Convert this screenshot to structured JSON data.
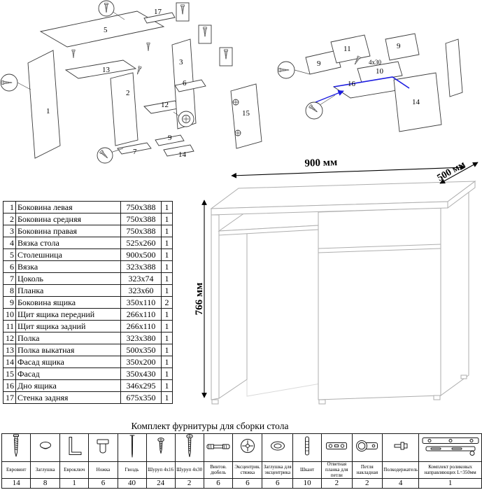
{
  "colors": {
    "highlight_blue": "#1c1ce0"
  },
  "dimensions": {
    "width_label": "900 мм",
    "depth_label": "500 мм",
    "height_label": "766 мм"
  },
  "exploded_desk_labels": {
    "p5": "5",
    "p17": "17",
    "p1": "1",
    "p13": "13",
    "p2": "2",
    "p12": "12",
    "p3": "3",
    "p6": "6",
    "p7": "7",
    "p9": "9",
    "p14": "14",
    "p15": "15"
  },
  "exploded_drawer_labels": {
    "p11": "11",
    "p9a": "9",
    "p9b": "9",
    "p10": "10",
    "p16": "16",
    "p14": "14",
    "screw_note": "4x30"
  },
  "parts_table": {
    "rows": [
      {
        "num": "1",
        "name": "Боковина левая",
        "size": "750x388",
        "qty": "1"
      },
      {
        "num": "2",
        "name": "Боковина средняя",
        "size": "750x388",
        "qty": "1"
      },
      {
        "num": "3",
        "name": "Боковина правая",
        "size": "750x388",
        "qty": "1"
      },
      {
        "num": "4",
        "name": "Вязка стола",
        "size": "525x260",
        "qty": "1"
      },
      {
        "num": "5",
        "name": "Столешница",
        "size": "900x500",
        "qty": "1"
      },
      {
        "num": "6",
        "name": "Вязка",
        "size": "323x388",
        "qty": "1"
      },
      {
        "num": "7",
        "name": "Цоколь",
        "size": "323x74",
        "qty": "1"
      },
      {
        "num": "8",
        "name": "Планка",
        "size": "323x60",
        "qty": "1"
      },
      {
        "num": "9",
        "name": "Боковина ящика",
        "size": "350x110",
        "qty": "2"
      },
      {
        "num": "10",
        "name": "Щит ящика передний",
        "size": "266x110",
        "qty": "1"
      },
      {
        "num": "11",
        "name": "Щит ящика задний",
        "size": "266x110",
        "qty": "1"
      },
      {
        "num": "12",
        "name": "Полка",
        "size": "323x380",
        "qty": "1"
      },
      {
        "num": "13",
        "name": "Полка выкатная",
        "size": "500x350",
        "qty": "1"
      },
      {
        "num": "14",
        "name": "Фасад ящика",
        "size": "350x200",
        "qty": "1"
      },
      {
        "num": "15",
        "name": "Фасад",
        "size": "350x430",
        "qty": "1"
      },
      {
        "num": "16",
        "name": "Дно ящика",
        "size": "346x295",
        "qty": "1"
      },
      {
        "num": "17",
        "name": "Стенка задняя",
        "size": "675x350",
        "qty": "1"
      }
    ]
  },
  "hardware_table": {
    "title": "Комплект фурнитуры для сборки стола",
    "items": [
      {
        "label": "Евровинт",
        "qty": "14",
        "icon": "euroscrew-icon"
      },
      {
        "label": "Заглушка",
        "qty": "8",
        "icon": "plug-cap-icon"
      },
      {
        "label": "Евроключ",
        "qty": "1",
        "icon": "hex-key-icon"
      },
      {
        "label": "Ножка",
        "qty": "6",
        "icon": "foot-icon"
      },
      {
        "label": "Гвоздь",
        "qty": "40",
        "icon": "nail-icon"
      },
      {
        "label": "Шуруп 4x16",
        "qty": "24",
        "icon": "screw-4x16-icon"
      },
      {
        "label": "Шуруп 4x30",
        "qty": "2",
        "icon": "screw-4x30-icon"
      },
      {
        "label": "Винтов. дюбель",
        "qty": "6",
        "icon": "dowel-screw-icon"
      },
      {
        "label": "Эксцентрик. стяжка",
        "qty": "6",
        "icon": "cam-lock-icon"
      },
      {
        "label": "Заглушка для эксцентрика",
        "qty": "6",
        "icon": "cam-cap-icon"
      },
      {
        "label": "Шкант",
        "qty": "10",
        "icon": "wood-dowel-icon"
      },
      {
        "label": "Ответная планка для петли",
        "qty": "2",
        "icon": "hinge-plate-icon"
      },
      {
        "label": "Петля накладная",
        "qty": "2",
        "icon": "hinge-icon"
      },
      {
        "label": "Полкодержатель",
        "qty": "4",
        "icon": "shelf-support-icon"
      },
      {
        "label": "Комплект роликовых направляющих L=350мм",
        "qty": "1",
        "icon": "drawer-slides-icon"
      }
    ]
  }
}
